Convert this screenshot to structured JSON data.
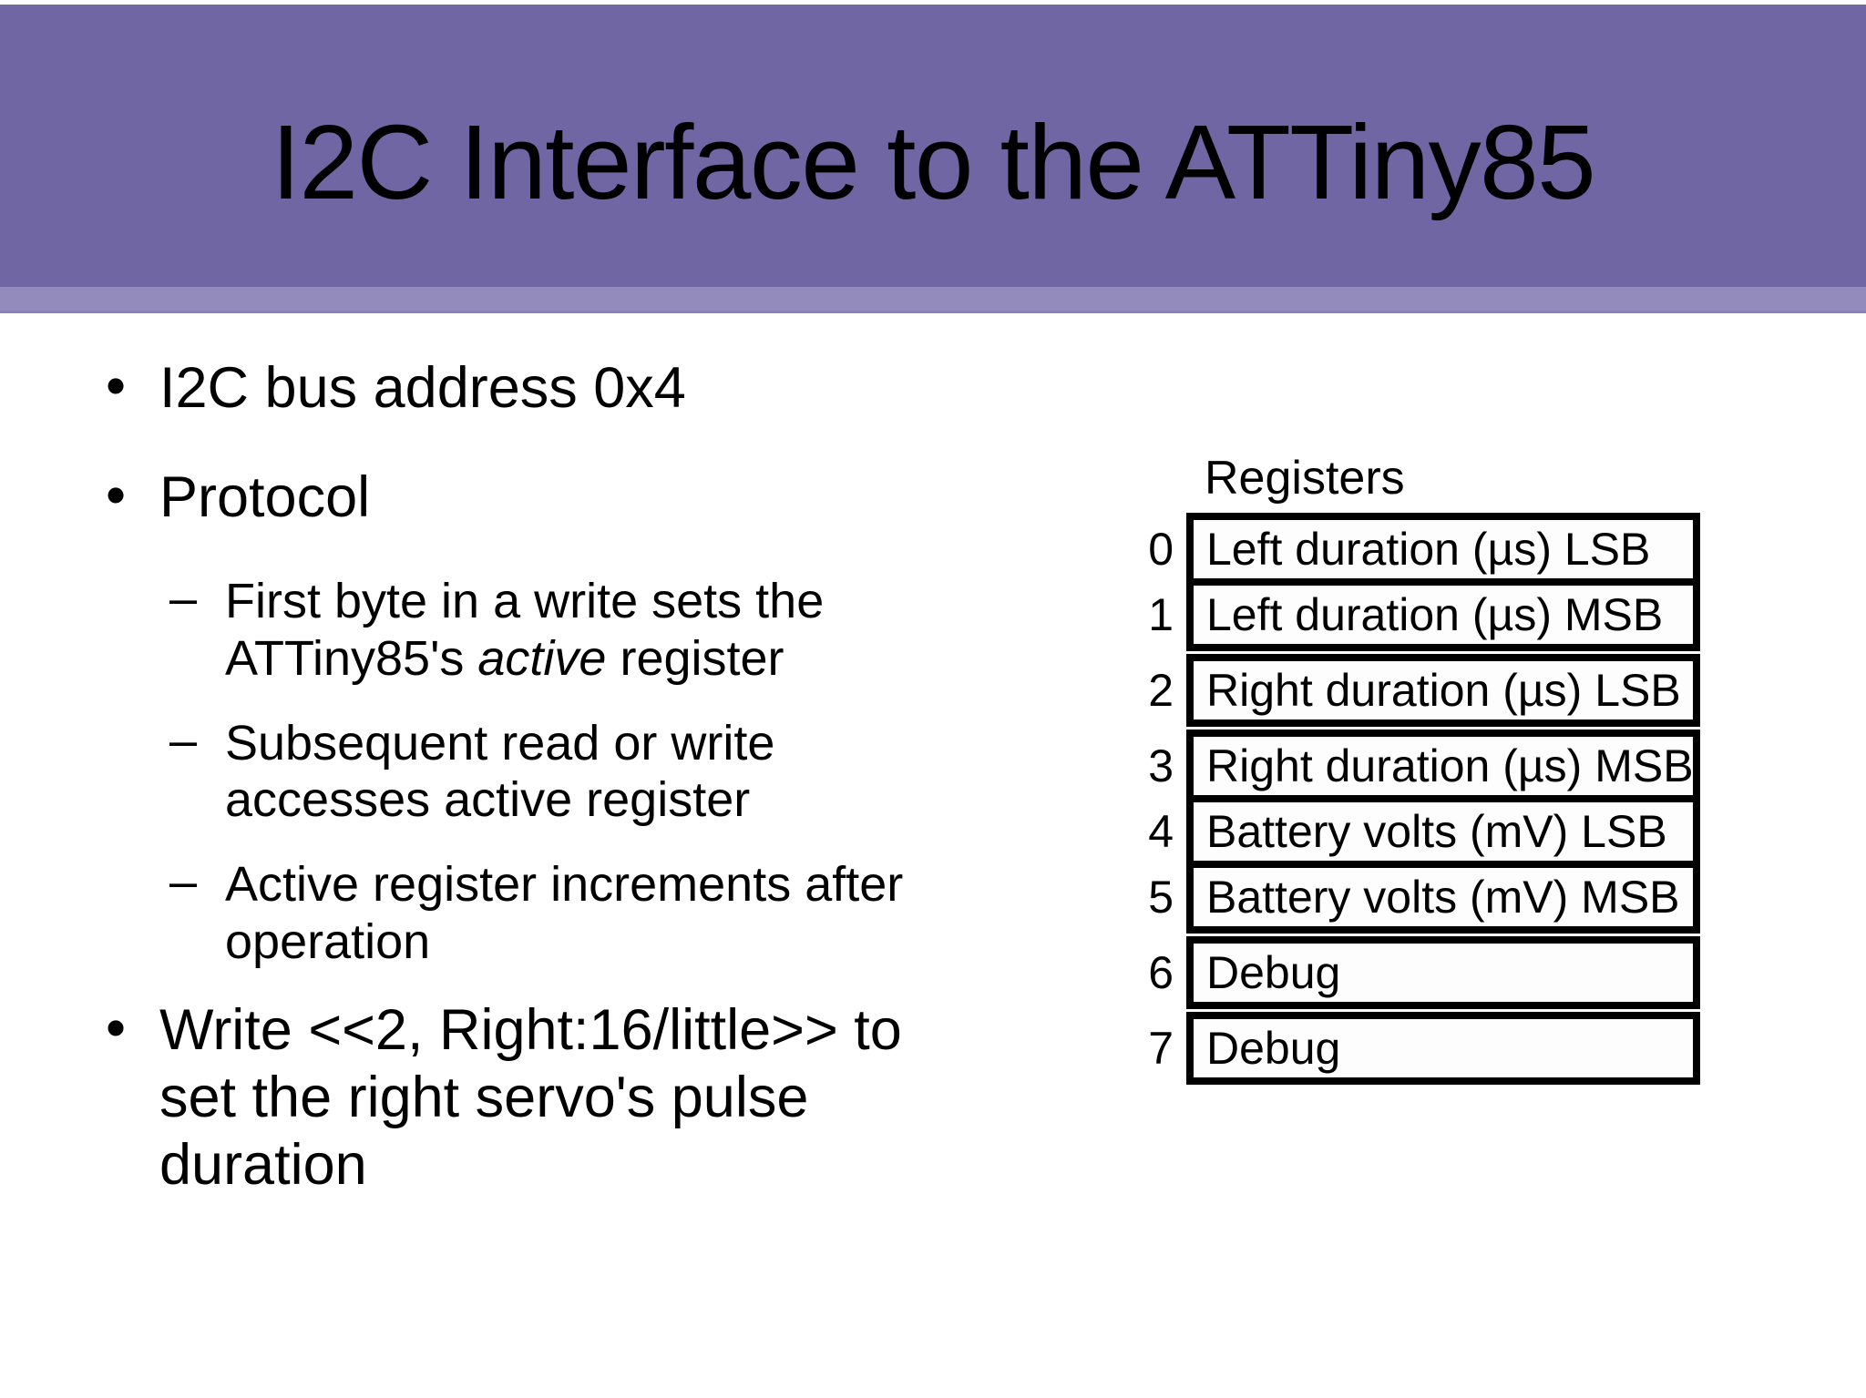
{
  "title": "I2C Interface to the ATTiny85",
  "colors": {
    "band": "#6f66a3",
    "band_accent": "#938bbc",
    "text": "#000000",
    "background": "#ffffff",
    "table_border": "#000000"
  },
  "bullets": [
    {
      "level": 1,
      "runs": [
        {
          "text": "I2C bus address 0x4"
        }
      ]
    },
    {
      "level": 1,
      "runs": [
        {
          "text": "Protocol"
        }
      ]
    },
    {
      "level": 2,
      "runs": [
        {
          "text": "First byte in a write sets the\nATTiny85's "
        },
        {
          "text": "active",
          "italic": true
        },
        {
          "text": " register"
        }
      ]
    },
    {
      "level": 2,
      "runs": [
        {
          "text": "Subsequent read or write\naccesses active register"
        }
      ]
    },
    {
      "level": 2,
      "runs": [
        {
          "text": "Active register increments after\noperation"
        }
      ]
    },
    {
      "level": 1,
      "runs": [
        {
          "text": "Write <<2, Right:16/little>> to\nset the right servo's pulse\nduration"
        }
      ]
    }
  ],
  "registers": {
    "heading": "Registers",
    "rows": [
      {
        "index": "0",
        "label": "Left duration (µs) LSB"
      },
      {
        "index": "1",
        "label": "Left duration (µs) MSB"
      },
      {
        "index": "2",
        "label": "Right duration (µs) LSB"
      },
      {
        "index": "3",
        "label": "Right duration (µs) MSB"
      },
      {
        "index": "4",
        "label": "Battery volts (mV) LSB"
      },
      {
        "index": "5",
        "label": "Battery volts (mV) MSB"
      },
      {
        "index": "6",
        "label": "Debug"
      },
      {
        "index": "7",
        "label": "Debug"
      }
    ]
  }
}
